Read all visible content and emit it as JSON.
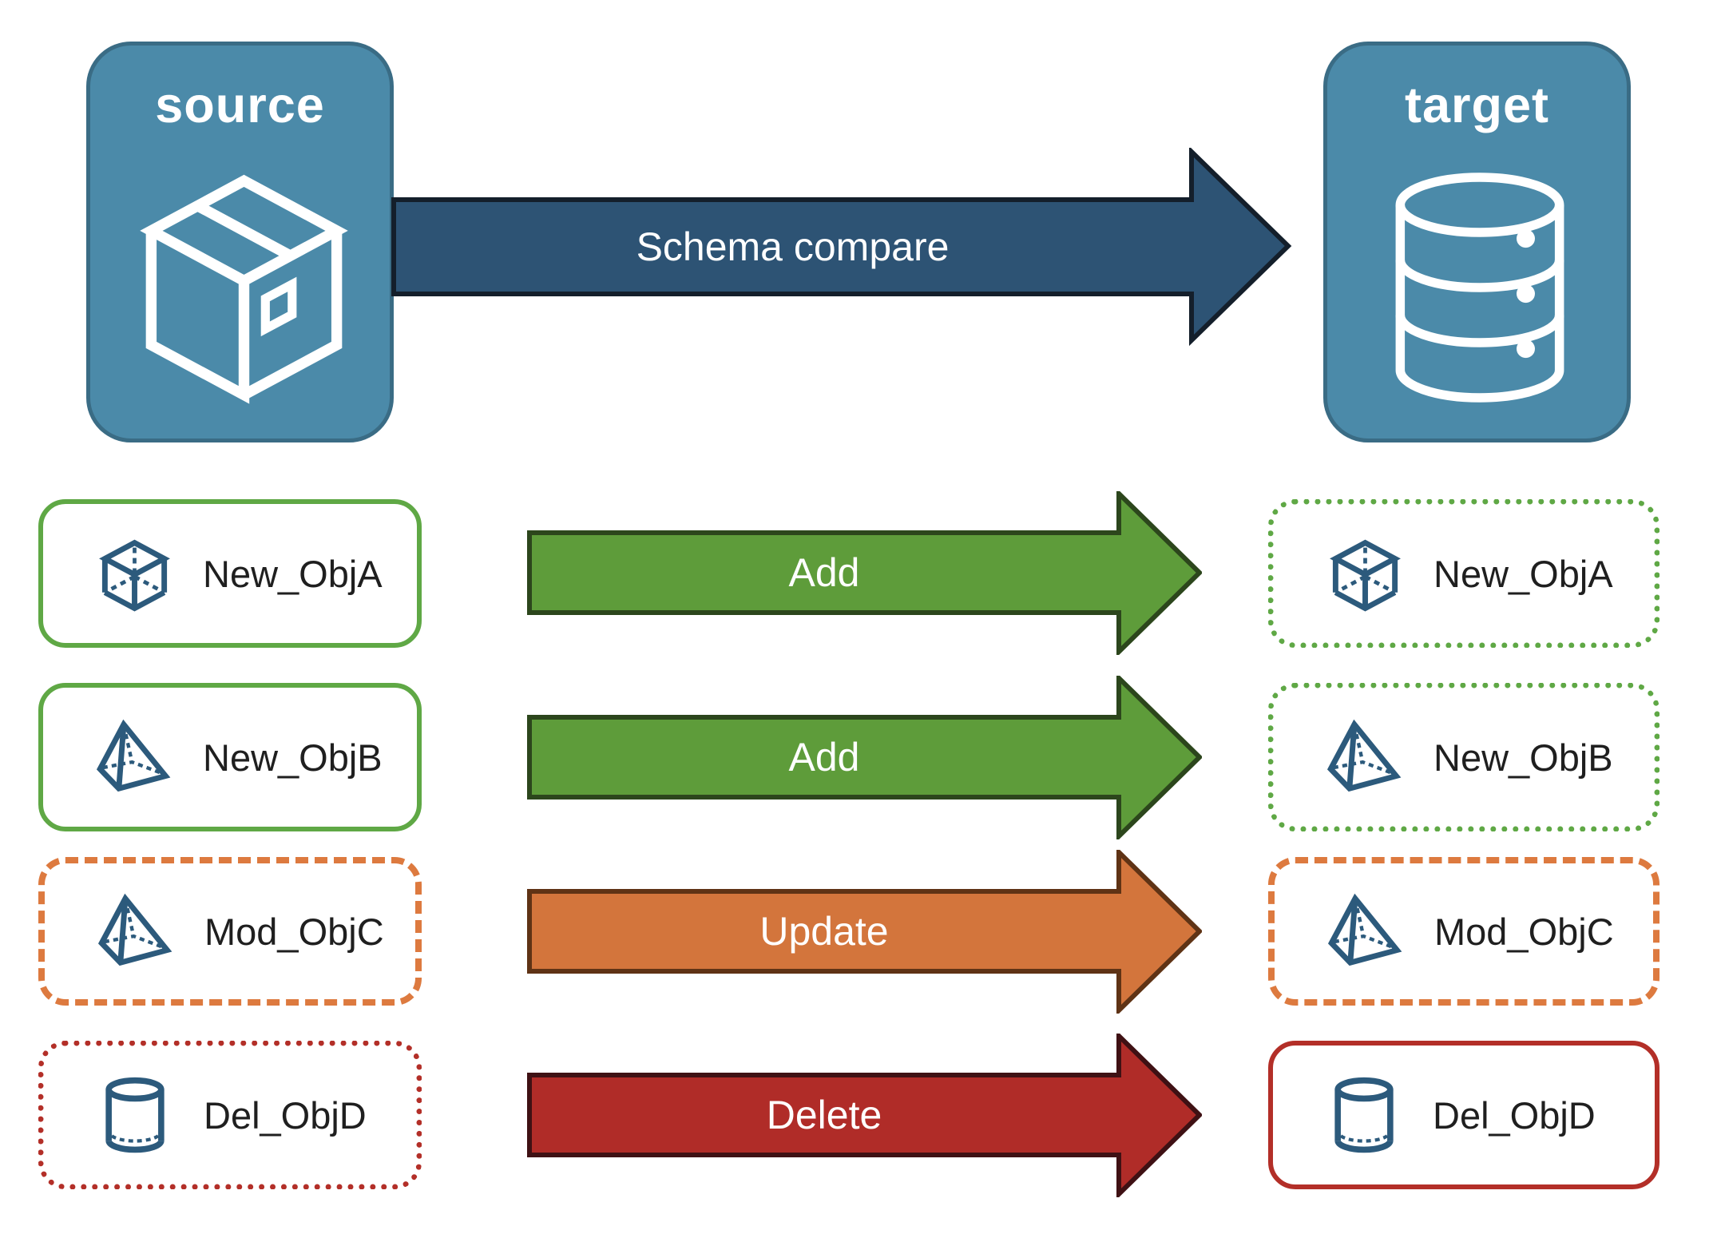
{
  "panels": {
    "source": {
      "label": "source",
      "icon": "package-icon"
    },
    "target": {
      "label": "target",
      "icon": "database-icon"
    }
  },
  "main_arrow": {
    "label": "Schema compare"
  },
  "rows": [
    {
      "name": "New_ObjA",
      "action": "Add",
      "icon": "cube-icon",
      "left_border": "solid-green",
      "right_border": "dotted-green"
    },
    {
      "name": "New_ObjB",
      "action": "Add",
      "icon": "pyramid-icon",
      "left_border": "solid-green",
      "right_border": "dotted-green"
    },
    {
      "name": "Mod_ObjC",
      "action": "Update",
      "icon": "pyramid-icon",
      "left_border": "dashed-orange",
      "right_border": "dashed-orange"
    },
    {
      "name": "Del_ObjD",
      "action": "Delete",
      "icon": "cylinder-icon",
      "left_border": "dotted-red",
      "right_border": "solid-red"
    }
  ],
  "colors": {
    "panel_fill": "#4b8aa9",
    "panel_border": "#3a6c85",
    "main_arrow_fill": "#2d5374",
    "main_arrow_outline": "#141f2b",
    "add_fill": "#5e9c3a",
    "add_outline": "#2c461c",
    "update_fill": "#d3753c",
    "update_outline": "#5f3315",
    "delete_fill": "#b02c28",
    "delete_outline": "#3f1114",
    "green_border": "#5fa845",
    "orange_border": "#dd7a3f",
    "red_border": "#b32f28",
    "icon_blue": "#2c5a7c"
  }
}
